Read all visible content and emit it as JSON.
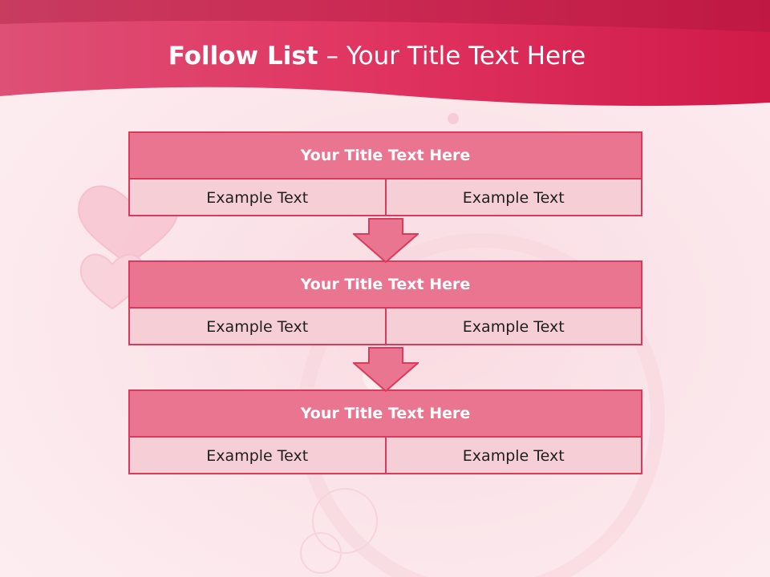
{
  "title": {
    "strong": "Follow List",
    "separator": " – ",
    "rest": "Your Title Text Here"
  },
  "colors": {
    "header_band": "#c41a45",
    "block_header": "#ea7590",
    "block_border": "#dc3a5c",
    "cell_fill": "#f6cfd6"
  },
  "steps": [
    {
      "title": "Your Title Text Here",
      "left": "Example Text",
      "right": "Example Text"
    },
    {
      "title": "Your Title Text Here",
      "left": "Example Text",
      "right": "Example Text"
    },
    {
      "title": "Your Title Text Here",
      "left": "Example Text",
      "right": "Example Text"
    }
  ],
  "connectors": [
    "arrow-down-icon",
    "arrow-down-icon"
  ]
}
